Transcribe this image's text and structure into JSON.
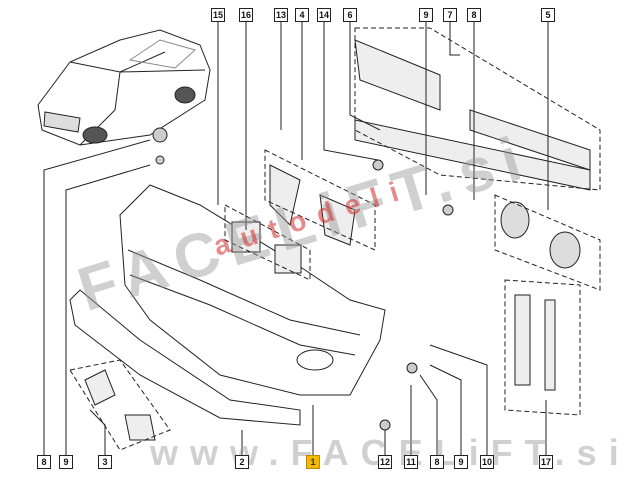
{
  "diagram": {
    "callouts_top": [
      "15",
      "16",
      "13",
      "4",
      "14",
      "6",
      "9",
      "7",
      "8",
      "5"
    ],
    "callouts_bottom": [
      "8",
      "9",
      "3",
      "2",
      "1",
      "12",
      "11",
      "8",
      "9",
      "10",
      "17"
    ],
    "highlighted_callout": "1",
    "highlight_color": "#f5b800"
  },
  "watermark": {
    "main": "FACELiFT.si",
    "sub": "autodeli",
    "url": "www.FACELiFT.si"
  }
}
